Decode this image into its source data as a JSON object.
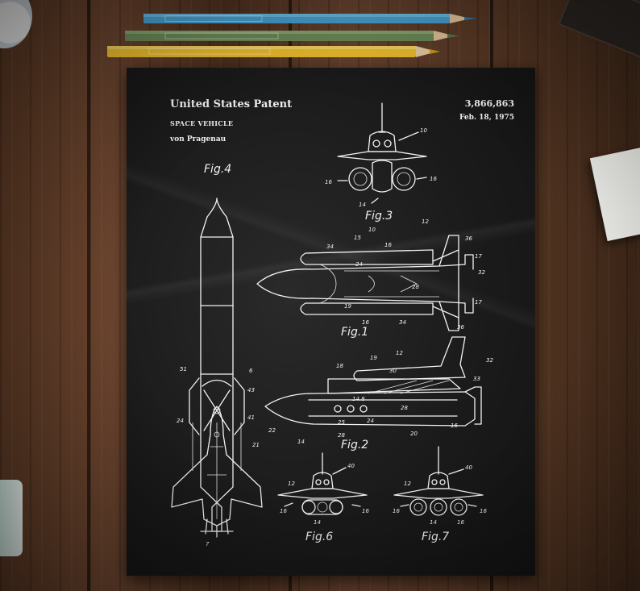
{
  "poster": {
    "title": "United States Patent",
    "subtitle": "SPACE VEHICLE",
    "inventor": "von Pragenau",
    "patent_number": "3,866,863",
    "date": "Feb. 18, 1975"
  },
  "figures": {
    "fig1": "Fig.1",
    "fig2": "Fig.2",
    "fig3": "Fig.3",
    "fig4": "Fig.4",
    "fig6": "Fig.6",
    "fig7": "Fig.7"
  },
  "colors": {
    "pencil_blue": "#4aa6d8",
    "pencil_green": "#6f8e5a",
    "pencil_yellow": "#f2c230",
    "poster_bg": "#1b1b1b",
    "drawing_line": "#f2f2f2"
  }
}
